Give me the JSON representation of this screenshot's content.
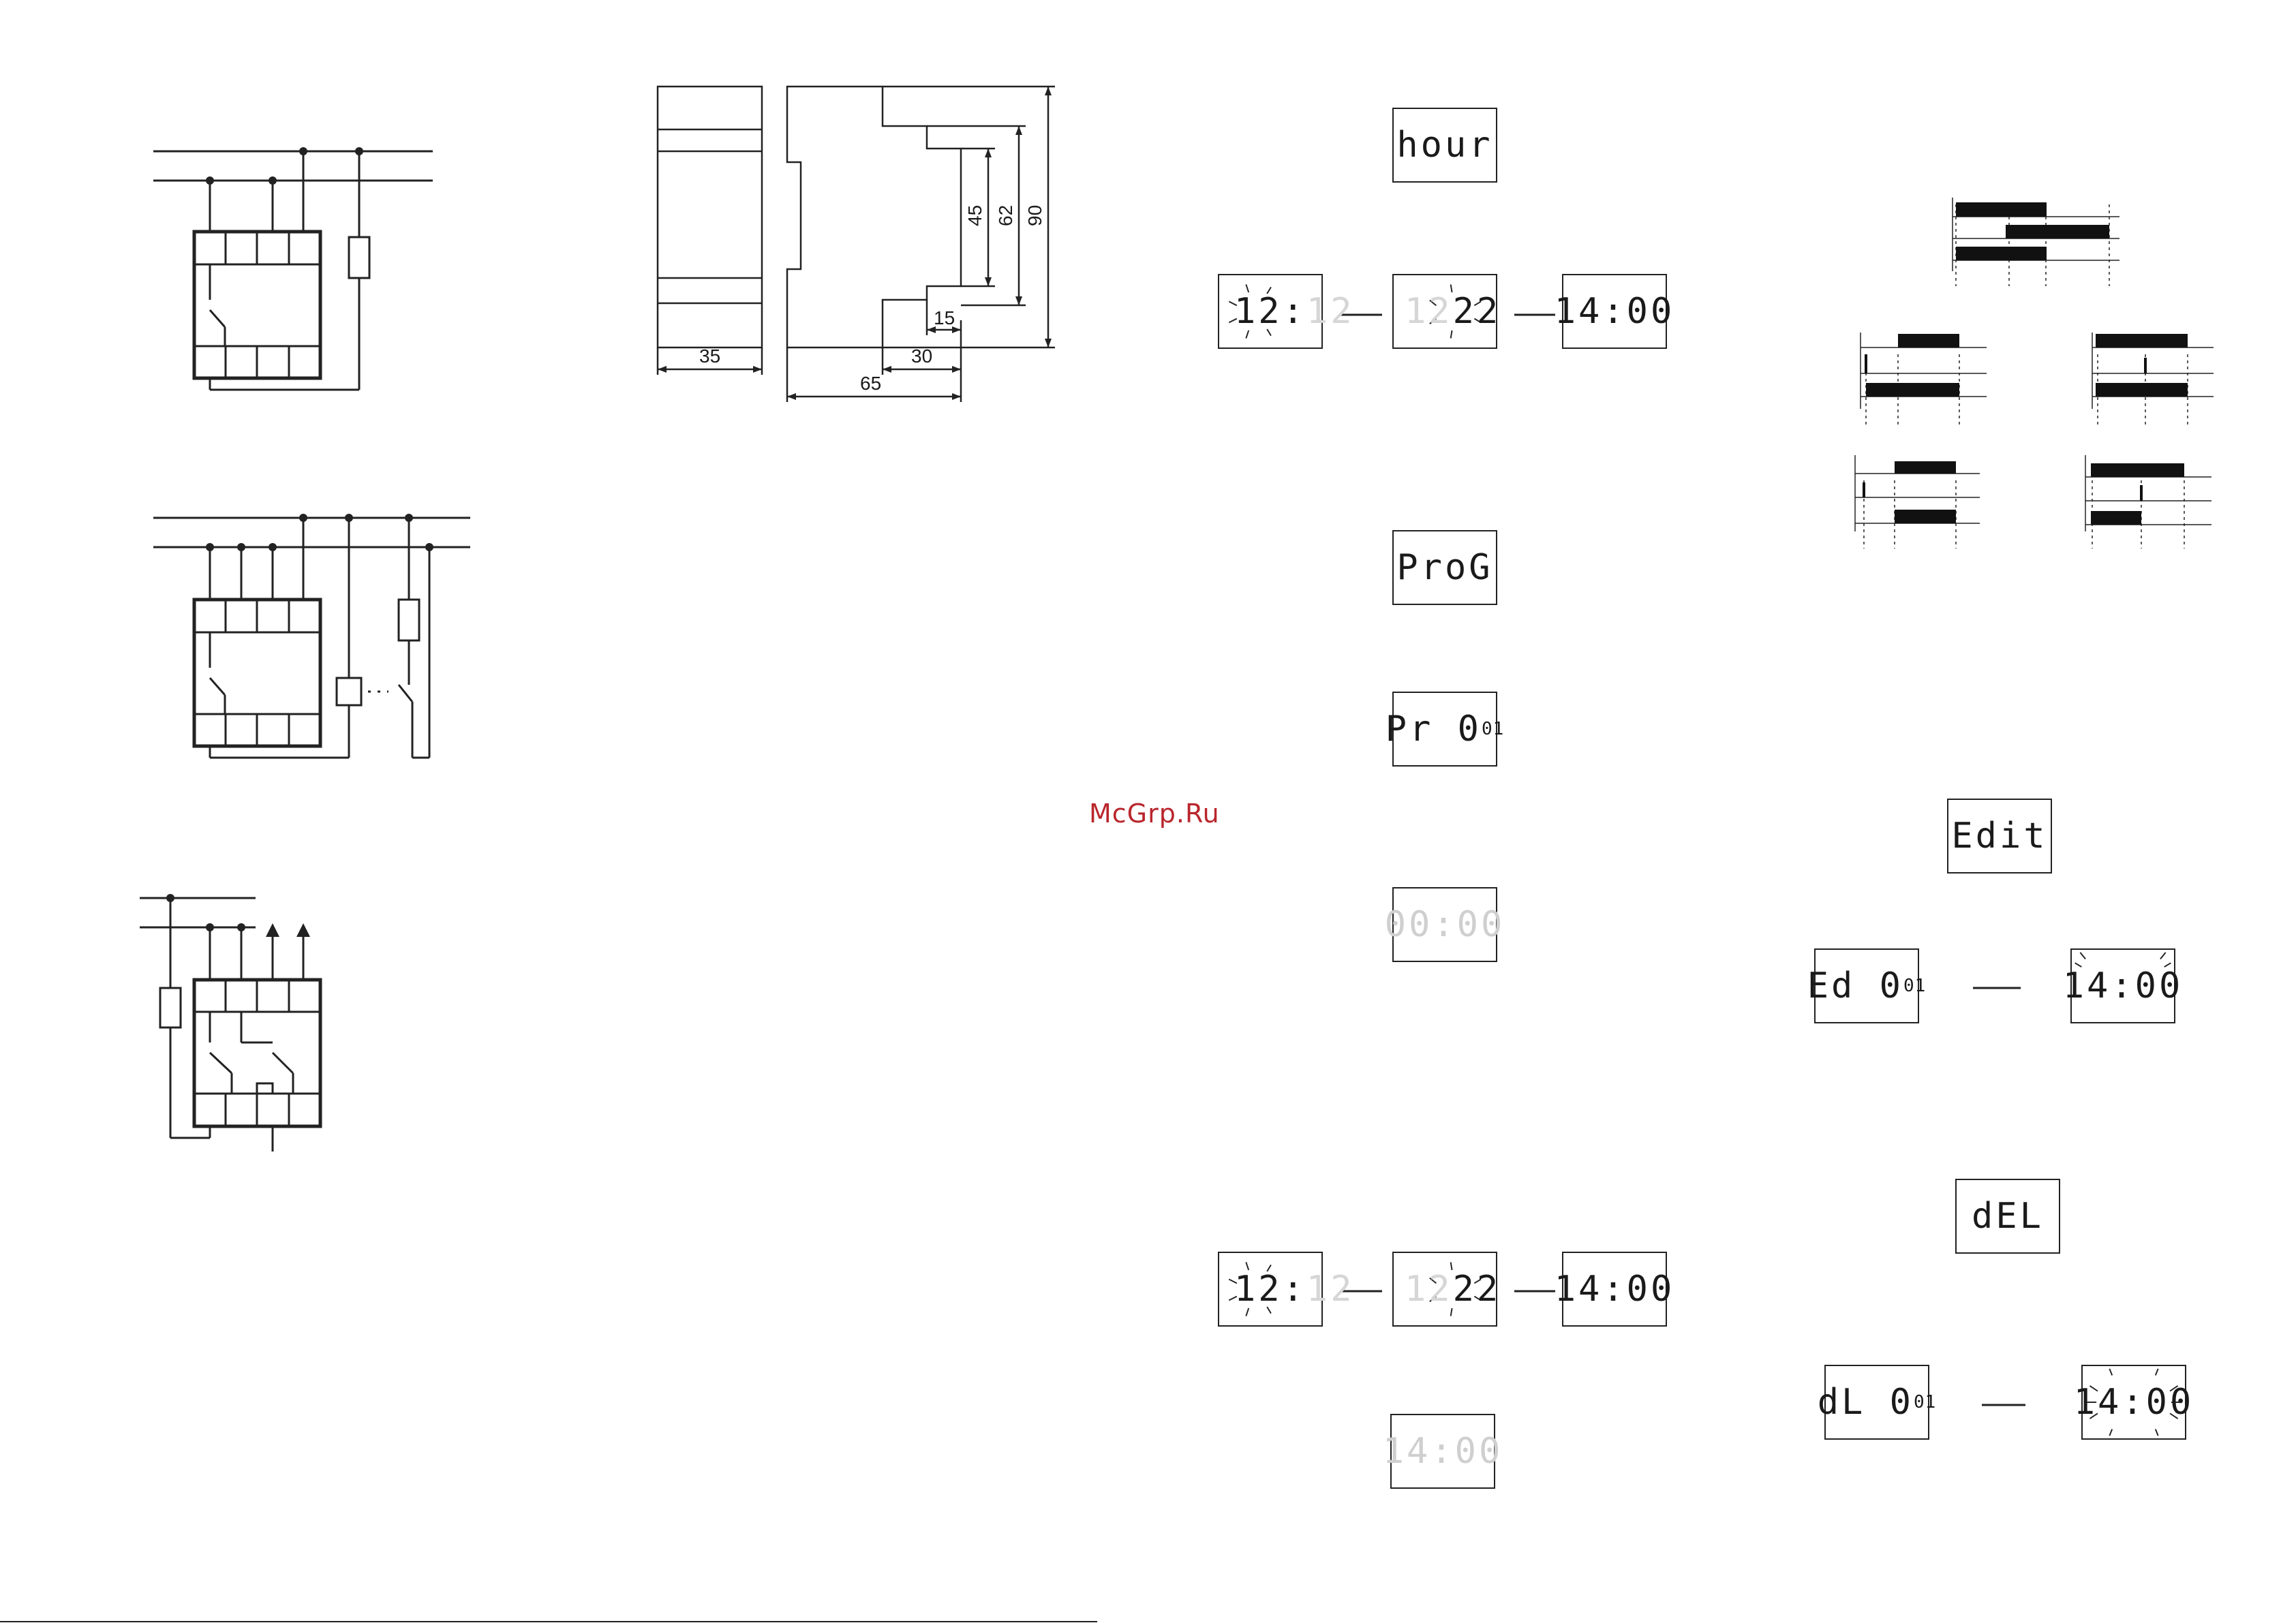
{
  "watermark": "McGrp.Ru",
  "dimensions": {
    "front_width": "35",
    "side_depth": "65",
    "side_step": "30",
    "side_small": "15",
    "height_45": "45",
    "height_62": "62",
    "height_90": "90"
  },
  "displays": {
    "hour": "hour",
    "set1_hours": "12:",
    "set1_minutes_ghost": "12",
    "set1_hours_ghost": "12",
    "set1_minutes": "22",
    "set1_result": "14:00",
    "prog": "ProG",
    "pr_label": "Pr 0",
    "pr_index": "01",
    "zero_time": "00:00",
    "set2_hours": "12:",
    "set2_minutes_ghost": "12",
    "set2_hours_ghost": "12",
    "set2_minutes": "22",
    "set2_result": "14:00",
    "final_time": "14:00",
    "edit": "Edit",
    "ed_label": "Ed 0",
    "ed_index": "01",
    "ed_time": "14:00",
    "del": "dEL",
    "dl_label": "dL 0",
    "dl_index": "01",
    "dl_time": "14:00"
  }
}
